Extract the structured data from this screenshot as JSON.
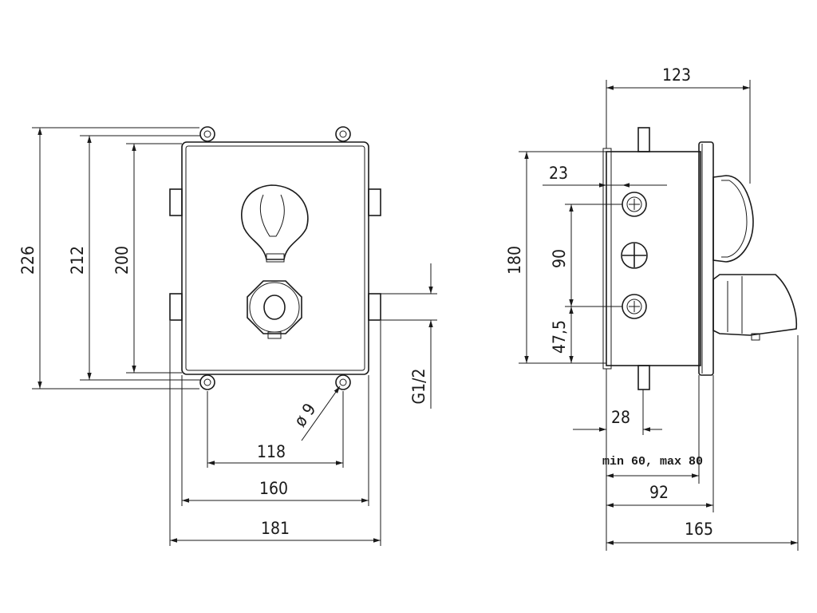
{
  "front_view": {
    "height_outer": "226",
    "height_mid": "212",
    "height_inner": "200",
    "width_holes": "118",
    "width_box": "160",
    "width_total": "181",
    "hole_diameter": "ø 9",
    "thread": "G1/2"
  },
  "side_view": {
    "depth_top": "123",
    "offset_top": "23",
    "height_side": "180",
    "port_spacing": "90",
    "port_offset": "47,5",
    "flange_depth": "28",
    "install_range": "min 60, max 80",
    "depth_mid": "92",
    "depth_total": "165"
  },
  "icons": [
    "faucet-handle-icon",
    "mixer-knob-icon",
    "port-plug-icon",
    "cross-port-icon"
  ]
}
